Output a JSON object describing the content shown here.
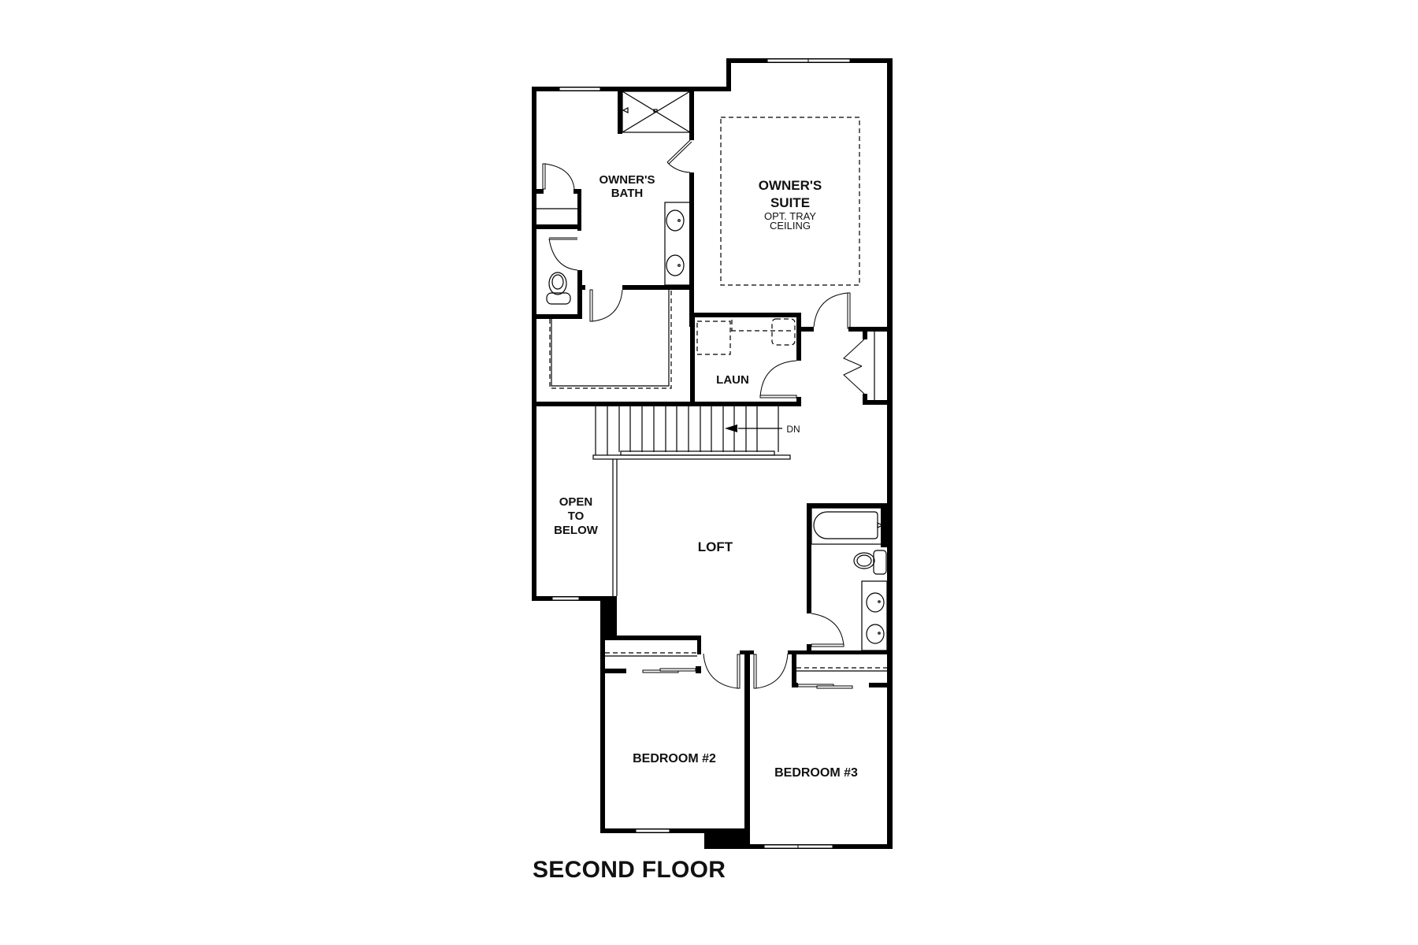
{
  "plan": {
    "title": "SECOND FLOOR",
    "colors": {
      "wall": "#000000",
      "background": "#ffffff",
      "text": "#111111"
    },
    "rooms": {
      "owners_bath": {
        "line1": "OWNER'S",
        "line2": "BATH"
      },
      "owners_suite": {
        "line1": "OWNER'S",
        "line2": "SUITE",
        "note1": "OPT. TRAY",
        "note2": "CEILING"
      },
      "laundry": {
        "label": "LAUN"
      },
      "open_to_below": {
        "line1": "OPEN",
        "line2": "TO",
        "line3": "BELOW"
      },
      "loft": {
        "label": "LOFT"
      },
      "bedroom2": {
        "label": "BEDROOM #2"
      },
      "bedroom3": {
        "label": "BEDROOM #3"
      }
    },
    "stairs": {
      "direction_label": "DN",
      "tread_count": 16
    },
    "fixtures": [
      "shower",
      "double-vanity",
      "toilet",
      "linen-closet",
      "walk-in-closet",
      "washer-dryer",
      "bathtub",
      "hall-bath-toilet",
      "hall-bath-double-vanity",
      "bifold-closet",
      "reach-in-closet-bed2",
      "reach-in-closet-bed3"
    ]
  }
}
